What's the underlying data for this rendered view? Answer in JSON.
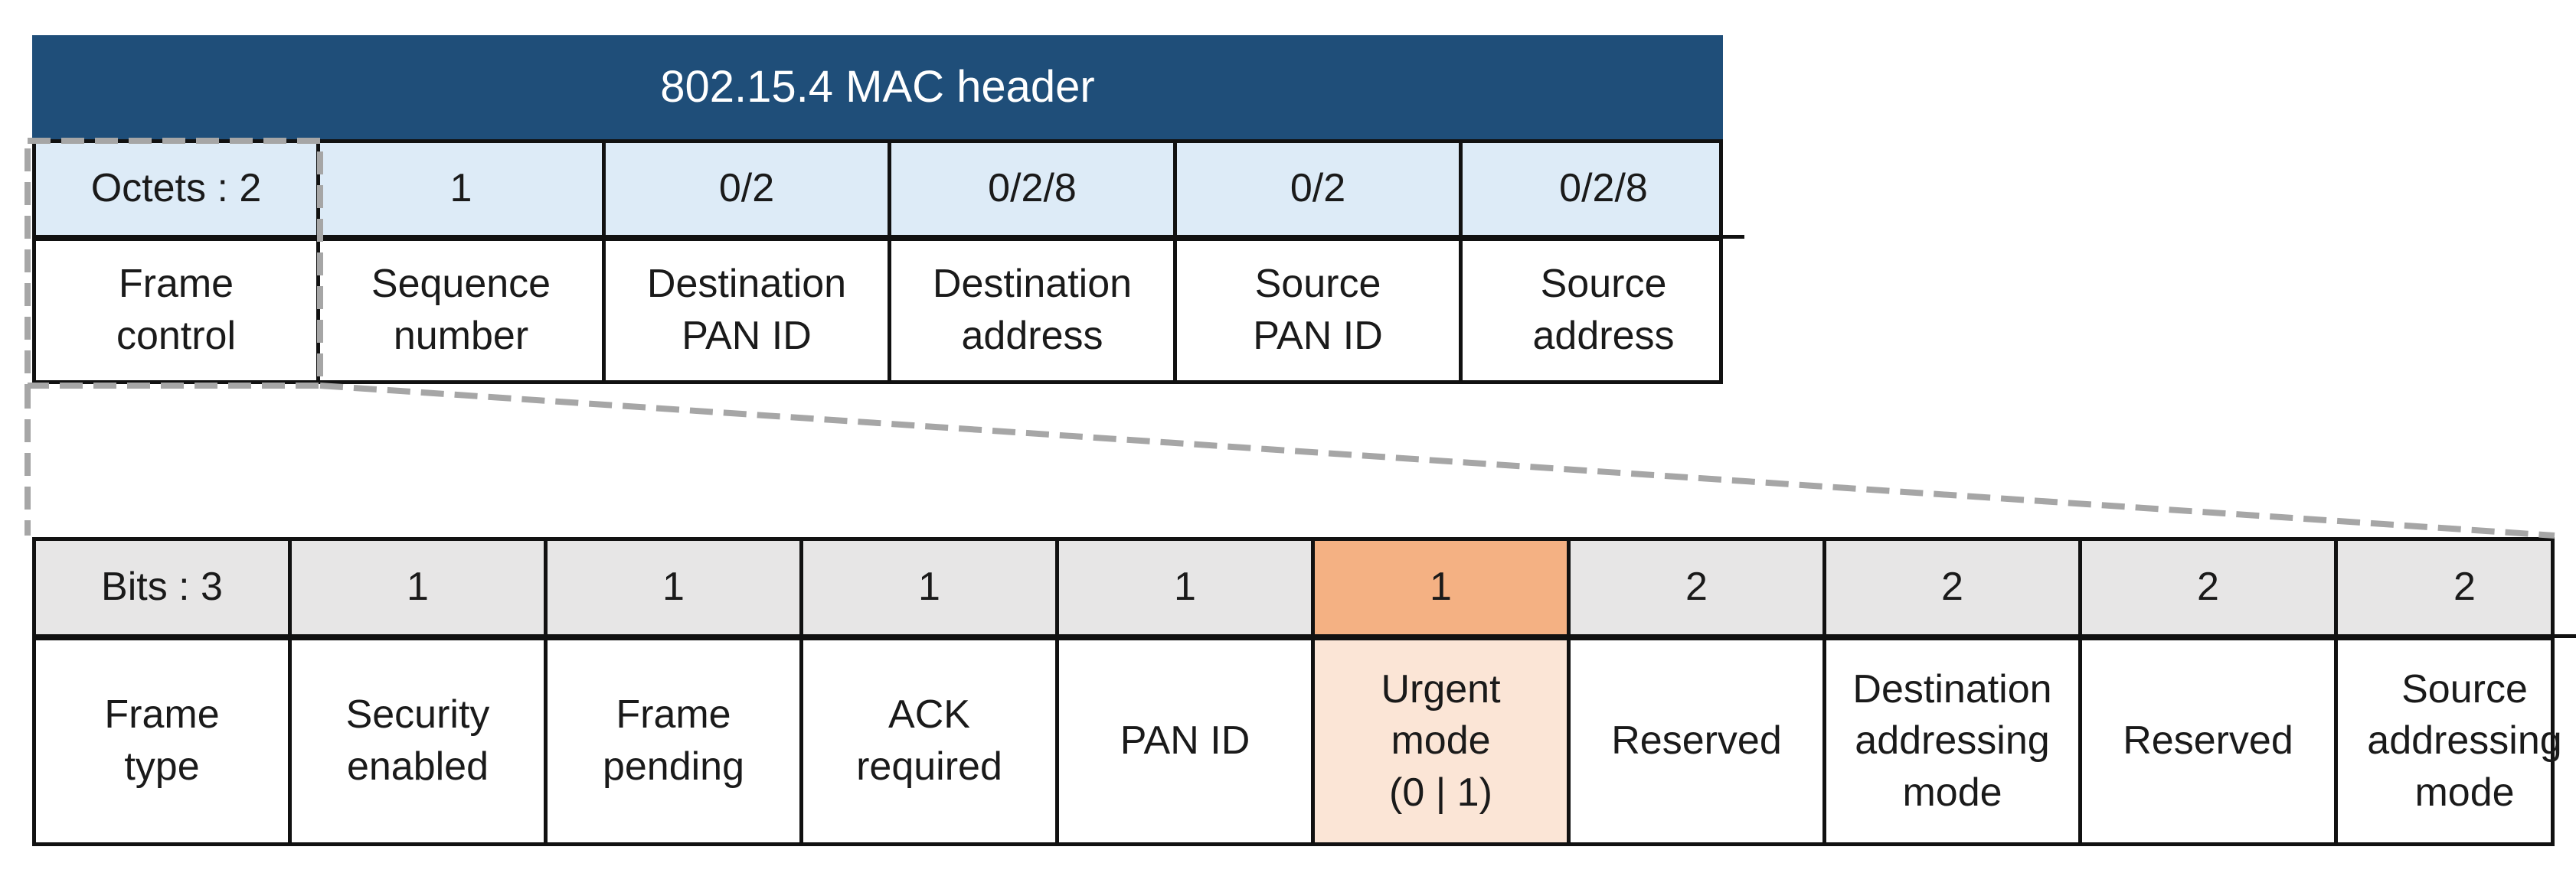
{
  "mac_header": {
    "title": "802.15.4 MAC header",
    "octets": [
      "Octets : 2",
      "1",
      "0/2",
      "0/2/8",
      "0/2",
      "0/2/8"
    ],
    "fields": [
      "Frame\ncontrol",
      "Sequence\nnumber",
      "Destination\nPAN ID",
      "Destination\naddress",
      "Source\nPAN ID",
      "Source\naddress"
    ]
  },
  "frame_control": {
    "bits": [
      "Bits : 3",
      "1",
      "1",
      "1",
      "1",
      "1",
      "2",
      "2",
      "2",
      "2"
    ],
    "fields": [
      "Frame\ntype",
      "Security\nenabled",
      "Frame\npending",
      "ACK\nrequired",
      "PAN ID",
      "Urgent\nmode\n(0 | 1)",
      "Reserved",
      "Destination\naddressing\nmode",
      "Reserved",
      "Source\naddressing\nmode"
    ],
    "highlighted_field": "Urgent mode"
  },
  "colors": {
    "header_blue": "#1f4e79",
    "octet_row_light_blue": "#ddebf7",
    "bit_row_gray": "#e7e6e6",
    "highlight_orange": "#f4b183",
    "highlight_light_orange": "#fbe5d6",
    "zoom_dashes_gray": "#a6a6a6"
  }
}
